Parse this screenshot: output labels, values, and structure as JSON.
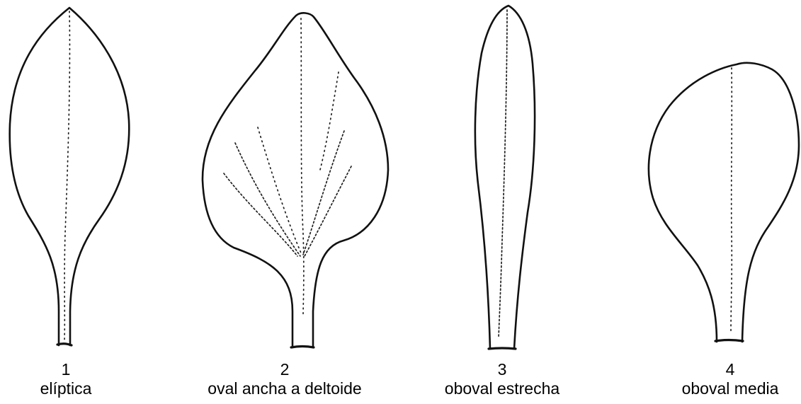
{
  "leaves": [
    {
      "number": "1",
      "name": "elíptica"
    },
    {
      "number": "2",
      "name": "oval ancha a deltoide"
    },
    {
      "number": "3",
      "name": "oboval estrecha"
    },
    {
      "number": "4",
      "name": "oboval media"
    }
  ]
}
